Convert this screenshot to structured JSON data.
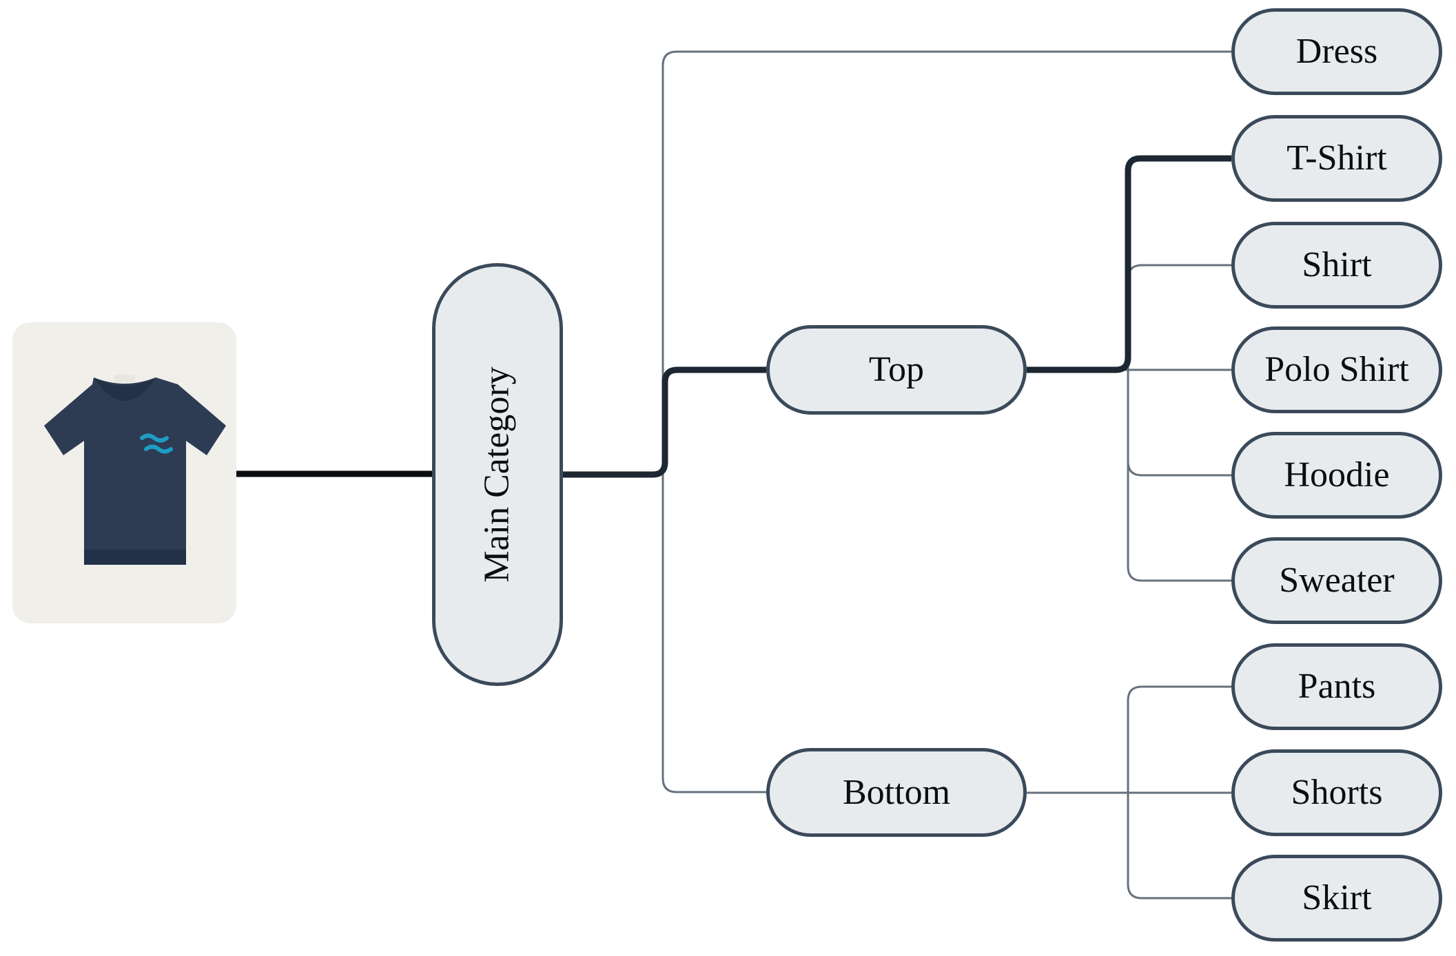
{
  "colors": {
    "page_bg": "#ffffff",
    "node_fill": "#e8ebee",
    "node_border": "#3b4a5a",
    "node_text": "#0d0d0d",
    "edge_thin": "#66717d",
    "edge_highlight": "#1d2732",
    "edge_image": "#0a0d10",
    "card_bg": "#f0efea",
    "shirt_navy": "#2d3b53",
    "shirt_shade": "#223048",
    "logo_teal": "#1d9dc4",
    "collar_tag": "#e8e6e0"
  },
  "input": {
    "image_alt": "Navy crew-neck T-shirt with small teal chest print"
  },
  "nodes": {
    "main": {
      "label": "Main Category"
    },
    "dress": {
      "label": "Dress"
    },
    "top": {
      "label": "Top"
    },
    "bottom": {
      "label": "Bottom"
    },
    "tshirt": {
      "label": "T-Shirt"
    },
    "shirt": {
      "label": "Shirt"
    },
    "polo": {
      "label": "Polo Shirt"
    },
    "hoodie": {
      "label": "Hoodie"
    },
    "sweater": {
      "label": "Sweater"
    },
    "pants": {
      "label": "Pants"
    },
    "shorts": {
      "label": "Shorts"
    },
    "skirt": {
      "label": "Skirt"
    }
  },
  "tree": {
    "root": "Main Category",
    "children": {
      "Main Category": [
        "Dress",
        "Top",
        "Bottom"
      ],
      "Top": [
        "T-Shirt",
        "Shirt",
        "Polo Shirt",
        "Hoodie",
        "Sweater"
      ],
      "Bottom": [
        "Pants",
        "Shorts",
        "Skirt"
      ]
    }
  },
  "highlighted_path": [
    "Main Category",
    "Top",
    "T-Shirt"
  ]
}
